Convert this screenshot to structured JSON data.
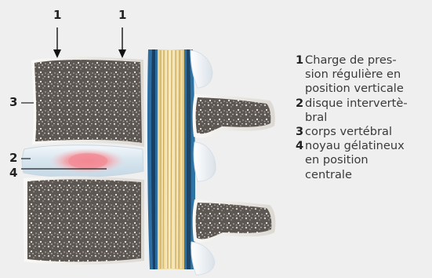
{
  "callouts": {
    "top_left": "1",
    "top_right": "1",
    "body_label": "3",
    "disc_label": "2",
    "nucleus_label": "4"
  },
  "legend": [
    {
      "num": "1",
      "lines": [
        "Charge de pres-",
        "sion régulière en",
        "position verticale"
      ]
    },
    {
      "num": "2",
      "lines": [
        "disque intervertè-",
        "bral"
      ]
    },
    {
      "num": "3",
      "lines": [
        "corps vertébral"
      ]
    },
    {
      "num": "4",
      "lines": [
        "noyau gélatineux",
        "en position",
        "centrale"
      ]
    }
  ],
  "colors": {
    "background": "#efeff0",
    "bone": "#5c5753",
    "disc": "#dbe8f2",
    "nucleus": "#ef8d96",
    "nerve": "#e8d8a6",
    "canal": "#2f70a0"
  }
}
